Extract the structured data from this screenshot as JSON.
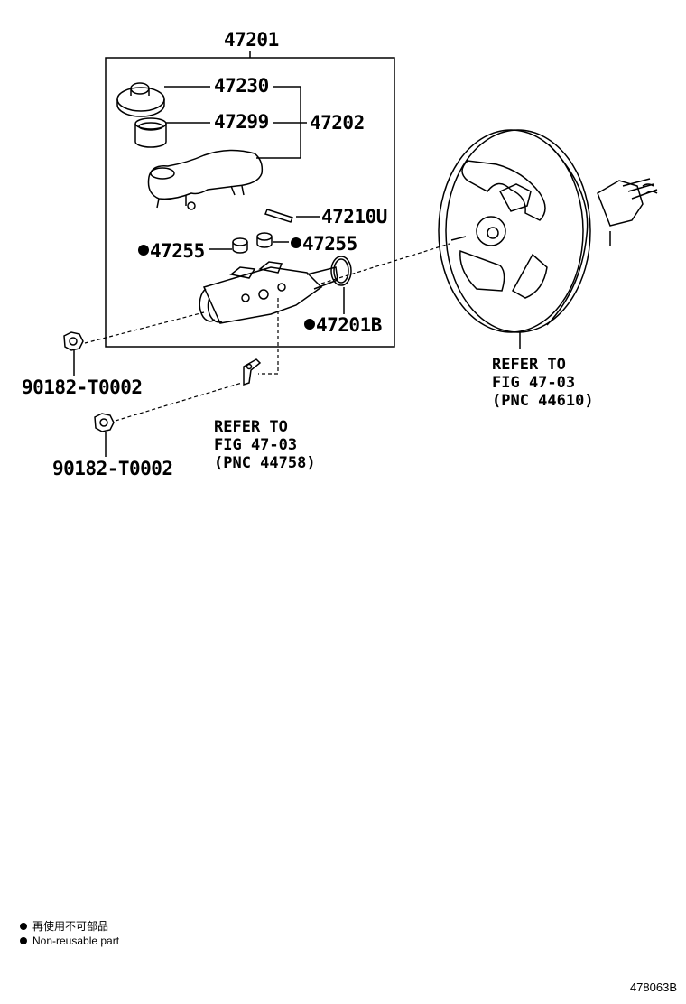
{
  "labels": {
    "assembly": "47201",
    "cap": "47230",
    "strainer": "47299",
    "reservoir_set": "47202",
    "pin": "47210U",
    "grommet_left": "47255",
    "grommet_right": "47255",
    "oring": "47201B",
    "nut_upper": "90182-T0002",
    "nut_lower": "90182-T0002"
  },
  "refer_booster": [
    "REFER TO",
    "FIG 47-03",
    "(PNC 44610)"
  ],
  "refer_bracket": [
    "REFER TO",
    "FIG 47-03",
    "(PNC 44758)"
  ],
  "legend": {
    "jp": "再使用不可部品",
    "en": "Non-reusable part"
  },
  "figure_code": "478063B"
}
